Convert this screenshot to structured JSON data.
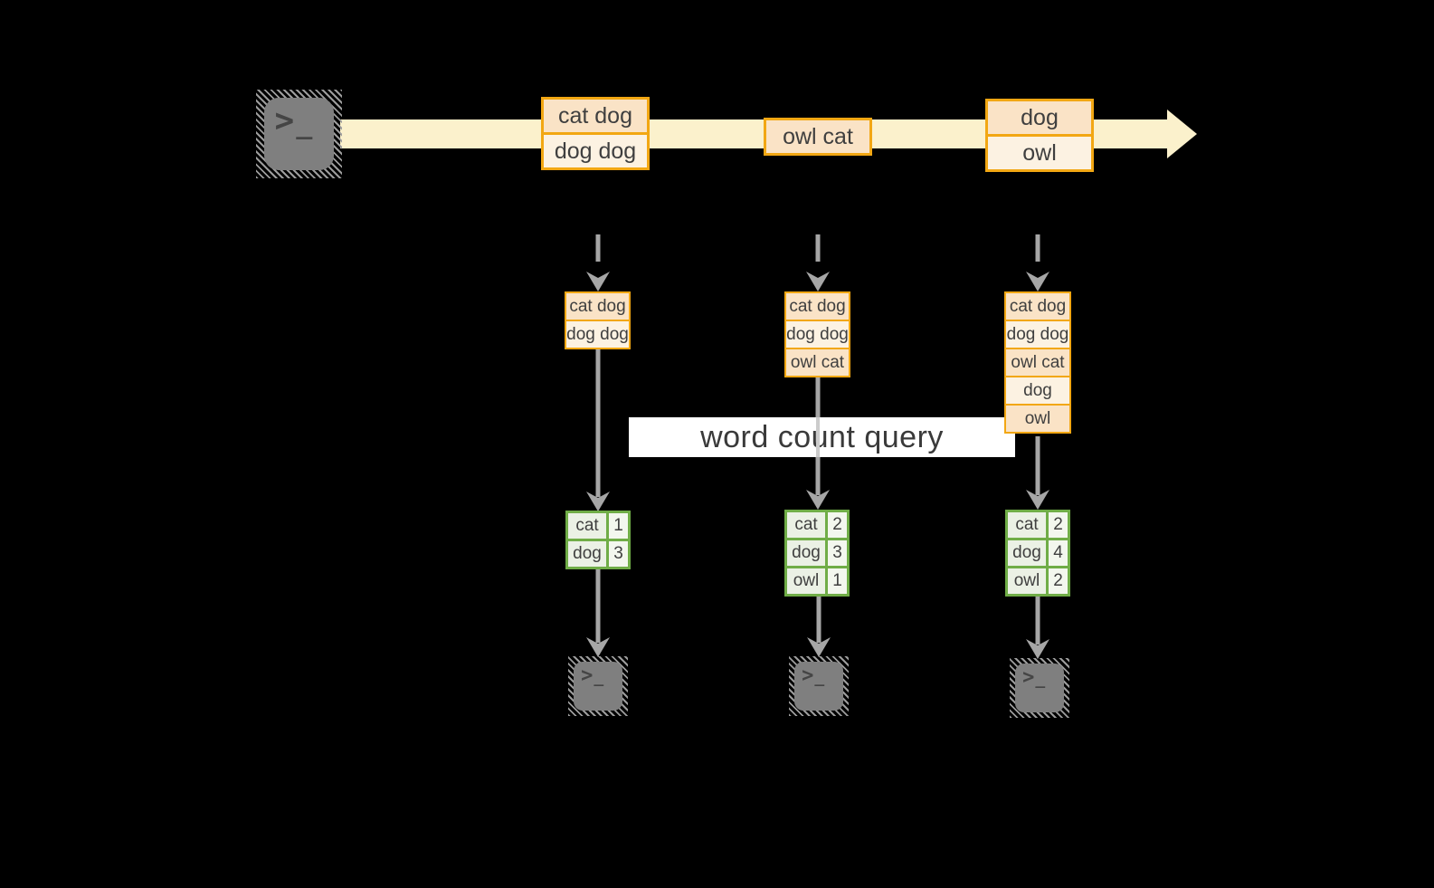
{
  "diagram": "streaming word count query",
  "query_box": {
    "label": "word count query"
  },
  "icons": {
    "terminal_prompt": ">",
    "terminal_cursor": "_"
  },
  "stream": {
    "batches": [
      {
        "items": [
          "cat dog",
          "dog dog"
        ]
      },
      {
        "items": [
          "owl cat"
        ]
      },
      {
        "items": [
          "dog",
          "owl"
        ]
      }
    ]
  },
  "tasks": [
    {
      "buffer": [
        "cat dog",
        "dog dog"
      ],
      "counts": [
        {
          "word": "cat",
          "count": "1"
        },
        {
          "word": "dog",
          "count": "3"
        }
      ]
    },
    {
      "buffer": [
        "cat dog",
        "dog dog",
        "owl cat"
      ],
      "counts": [
        {
          "word": "cat",
          "count": "2"
        },
        {
          "word": "dog",
          "count": "3"
        },
        {
          "word": "owl",
          "count": "1"
        }
      ]
    },
    {
      "buffer": [
        "cat dog",
        "dog dog",
        "owl cat",
        "dog",
        "owl"
      ],
      "counts": [
        {
          "word": "cat",
          "count": "2"
        },
        {
          "word": "dog",
          "count": "4"
        },
        {
          "word": "owl",
          "count": "2"
        }
      ]
    }
  ],
  "colors": {
    "background": "#000000",
    "event_border": "#F2A713",
    "event_fill_dark": "#FAE3C6",
    "event_fill_light": "#FCF2E2",
    "stream_band": "#FBF1CC",
    "table_border": "#70AD47",
    "table_fill": "#EBF1E5",
    "arrow_gray": "#A6A6A6",
    "terminal_gray": "#7F7F7F",
    "query_box_bg": "#FFFFFF",
    "text": "#3F3F3F"
  }
}
